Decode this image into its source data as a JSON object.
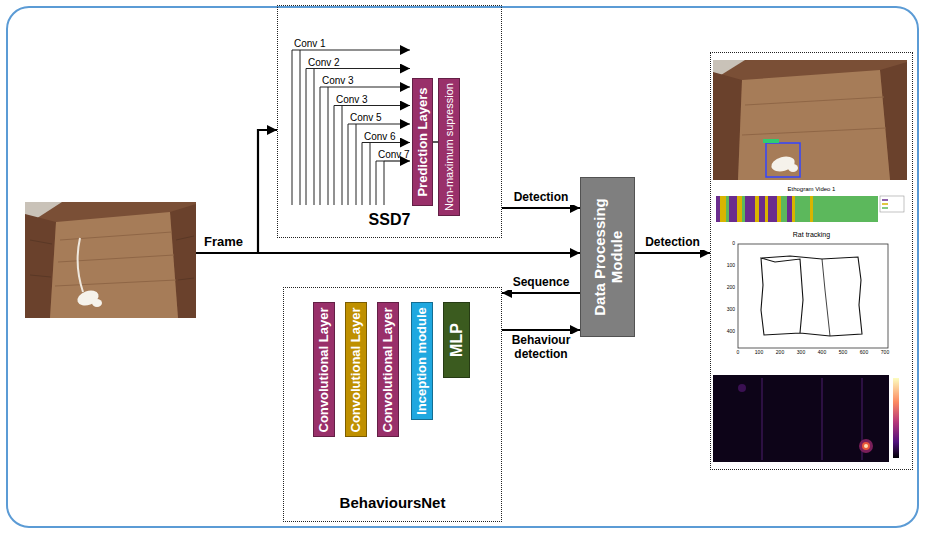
{
  "diagram": {
    "nodes": [
      {
        "text": [
          "SSD7"
        ]
      },
      {
        "text": [
          "Prediction Layers"
        ],
        "in": 0
      },
      {
        "text": [
          "Non-maximum supression"
        ],
        "in": 0
      },
      {
        "text": [
          "Data Processing Module"
        ]
      },
      {
        "text": [
          "BehavioursNet"
        ]
      },
      {
        "text": [
          "Convolutional Layer"
        ],
        "in": 4
      },
      {
        "text": [
          "Convolutional Layer"
        ],
        "in": 4
      },
      {
        "text": [
          "Convolutional Layer"
        ],
        "in": 4
      },
      {
        "text": [
          "Inception module"
        ],
        "in": 4
      },
      {
        "text": [
          "MLP"
        ],
        "in": 4
      },
      {
        "text": [
          "Ethogram Video 1",
          "Rat tracking"
        ]
      }
    ],
    "edges": [
      {
        "from": 0,
        "to": 3,
        "label": "Detection",
        "arrow": "to"
      },
      {
        "from": 3,
        "to": 4,
        "label": "Sequence",
        "arrow": "to"
      },
      {
        "from": 4,
        "to": 3,
        "label": "Behaviour detection",
        "arrow": "to"
      },
      {
        "from": 3,
        "to": 10,
        "label": "Detection",
        "arrow": "to"
      }
    ],
    "labels": [
      "Frame",
      "Conv 1",
      "Conv 2",
      "Conv 3",
      "Conv 3",
      "Conv 5",
      "Conv 6",
      "Conv 7",
      "0",
      "100",
      "200",
      "300",
      "400",
      "0",
      "100",
      "200",
      "300",
      "400",
      "500",
      "600",
      "700"
    ]
  }
}
